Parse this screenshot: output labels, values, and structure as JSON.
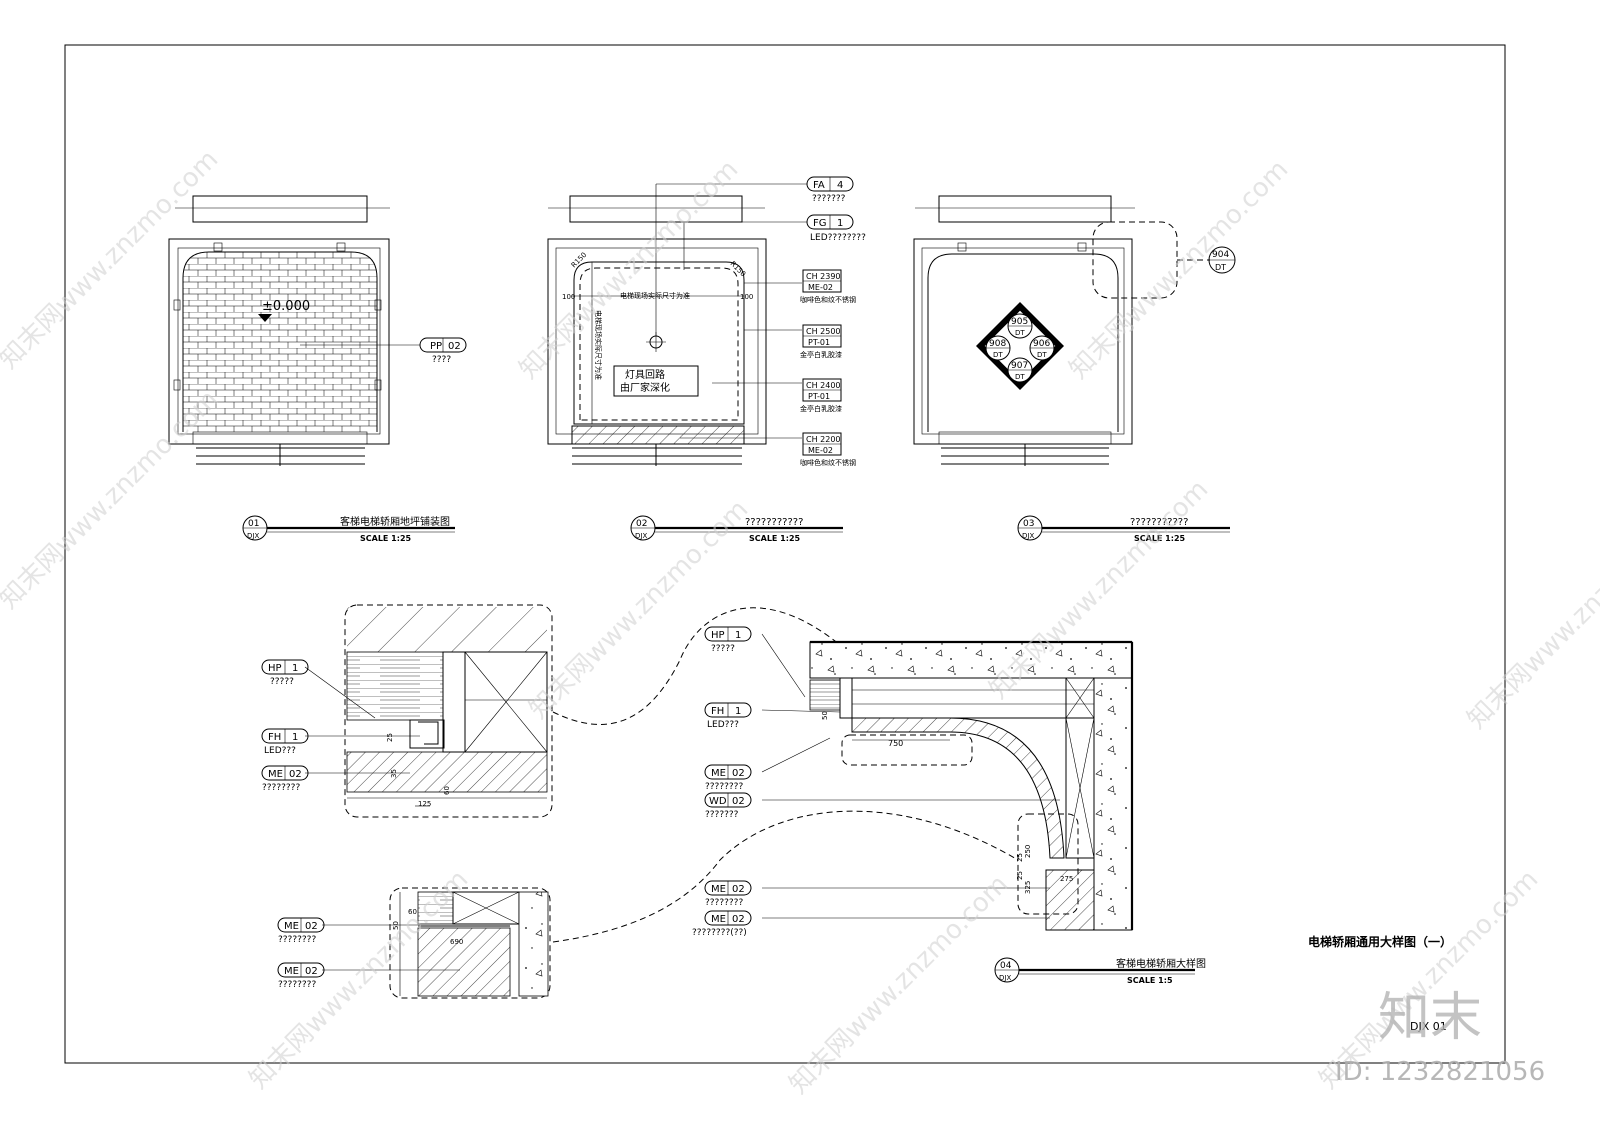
{
  "sheet": {
    "sheet_title": "电梯轿厢通用大样图（一）",
    "sheet_number": "DJX 01",
    "watermark_logo": "知末",
    "watermark_id": "ID: 1232821056",
    "watermark_url": "知末网www.znzmo.com"
  },
  "view1": {
    "num": "01",
    "ref": "DJX",
    "title": "客梯电梯轿厢地坪铺装图",
    "scale": "SCALE 1:25",
    "elevation": "±0.000",
    "tag_code": "PP",
    "tag_num": "02",
    "tag_note": "????"
  },
  "view2": {
    "num": "02",
    "ref": "DJX",
    "title": "???????????",
    "scale": "SCALE 1:25",
    "top_tags": [
      {
        "code": "FA",
        "num": "4",
        "note": "???????"
      },
      {
        "code": "FG",
        "num": "1",
        "note": "LED????????"
      }
    ],
    "side_tags": [
      {
        "ch": "CH 2390",
        "mat": "ME-02",
        "note": "咖啡色和纹不锈钢"
      },
      {
        "ch": "CH 2500",
        "mat": "PT-01",
        "note": "金亭白乳胶漆"
      },
      {
        "ch": "CH 2400",
        "mat": "PT-01",
        "note": "金亭白乳胶漆"
      },
      {
        "ch": "CH 2200",
        "mat": "ME-02",
        "note": "咖啡色和纹不锈钢"
      }
    ],
    "note_horizontal": "电梯现场实际尺寸为准",
    "note_vertical": "电梯现场实际尺寸为准",
    "box_line1": "灯具回路",
    "box_line2": "由厂家深化",
    "dim_100": "100",
    "dim_r150": "R150"
  },
  "view3": {
    "num": "03",
    "ref": "DJX",
    "title": "???????????",
    "scale": "SCALE 1:25",
    "callout_904": {
      "num": "904",
      "ref": "DT"
    },
    "callouts": [
      {
        "num": "905",
        "ref": "DT"
      },
      {
        "num": "908",
        "ref": "DT"
      },
      {
        "num": "906",
        "ref": "DT"
      },
      {
        "num": "907",
        "ref": "DT"
      }
    ]
  },
  "detail_left": {
    "tags": [
      {
        "code": "HP",
        "num": "1",
        "note": "?????"
      },
      {
        "code": "FH",
        "num": "1",
        "note": "LED???"
      },
      {
        "code": "ME",
        "num": "02",
        "note": "????????"
      }
    ],
    "dims": {
      "d25a": "25",
      "d35": "35",
      "d60": "60",
      "d125": "125"
    }
  },
  "detail_bottom": {
    "tags": [
      {
        "code": "ME",
        "num": "02",
        "note": "????????"
      },
      {
        "code": "ME",
        "num": "02",
        "note": "????????"
      }
    ],
    "dims": {
      "d60": "60",
      "d50": "50",
      "d690": "690"
    }
  },
  "view4": {
    "num": "04",
    "ref": "DJX",
    "title": "客梯电梯轿厢大样图",
    "scale": "SCALE 1:5",
    "tags": [
      {
        "code": "HP",
        "num": "1",
        "note": "?????"
      },
      {
        "code": "FH",
        "num": "1",
        "note": "LED???"
      },
      {
        "code": "ME",
        "num": "02",
        "note": "????????"
      },
      {
        "code": "WD",
        "num": "02",
        "note": "???????"
      },
      {
        "code": "ME",
        "num": "02",
        "note": "????????"
      },
      {
        "code": "ME",
        "num": "02",
        "note": "????????(??)"
      }
    ],
    "dims": {
      "d750": "750",
      "d275": "275",
      "d250": "250",
      "d25": "25",
      "d325": "325",
      "d25b": "25",
      "d50": "50"
    }
  }
}
